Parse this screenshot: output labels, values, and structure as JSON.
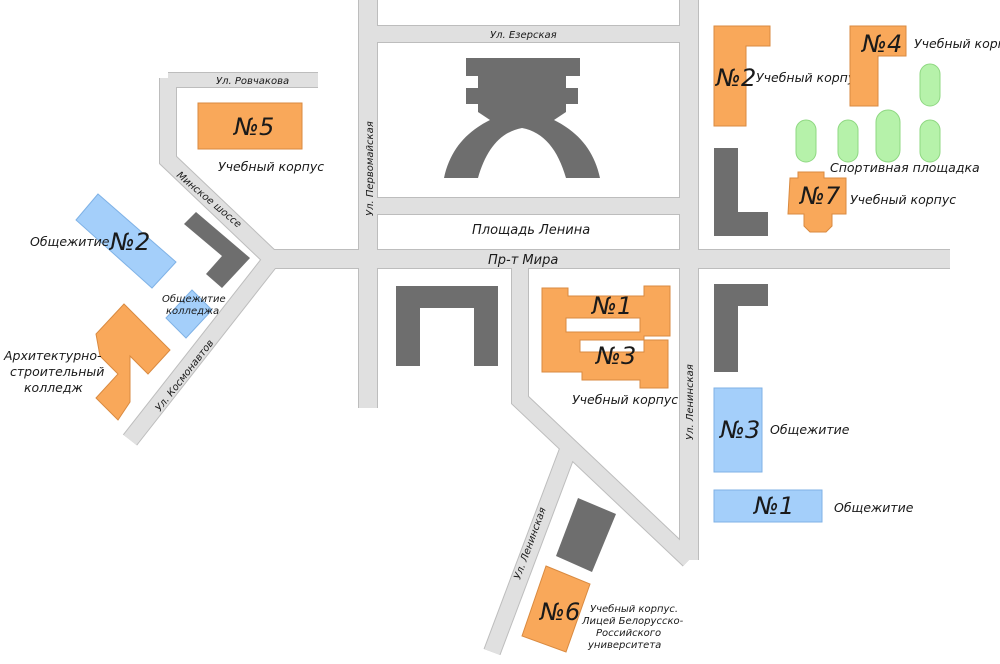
{
  "colors": {
    "road": "#e0e0e0",
    "academic_building": "#f9a85a",
    "dormitory": "#a4cffa",
    "other_building": "#6e6e6e",
    "sports": "#b6f2aa"
  },
  "streets": {
    "ezerskaya": "Ул. Езерская",
    "rovchakova": "Ул. Ровчакова",
    "minskoe_shosse": "Минское шоссе",
    "pervomaiskaya": "Ул. Первомайская",
    "ploshchad_lenina": "Площадь Ленина",
    "pr_mira": "Пр-т Мира",
    "kosmonavtov": "Ул. Космонавтов",
    "leninskaya_east": "Ул. Ленинская",
    "leninskaya_south": "Ул. Ленинская"
  },
  "buildings": {
    "academic_5": {
      "number": "№5",
      "label": "Учебный корпус"
    },
    "academic_2": {
      "number": "№2",
      "label": "Учебный корпус"
    },
    "academic_4": {
      "number": "№4",
      "label": "Учебный корпус"
    },
    "academic_7": {
      "number": "№7",
      "label": "Учебный корпус"
    },
    "academic_1_3": {
      "number_a": "№1",
      "number_b": "№3",
      "label": "Учебный корпус"
    },
    "academic_6": {
      "number": "№6",
      "label_lines": [
        "Учебный корпус.",
        "Лицей Белорусско-",
        "Российского",
        "университета"
      ]
    },
    "dorm_2": {
      "number": "№2",
      "label": "Общежитие"
    },
    "dorm_3": {
      "number": "№3",
      "label": "Общежитие"
    },
    "dorm_1": {
      "number": "№1",
      "label": "Общежитие"
    },
    "college_dorm": {
      "label_lines": [
        "Общежитие",
        "колледжа"
      ]
    },
    "arch_college": {
      "label_lines": [
        "Архитектурно-",
        "строительный",
        "колледж"
      ]
    }
  },
  "sports_ground": {
    "label": "Спортивная площадка"
  }
}
